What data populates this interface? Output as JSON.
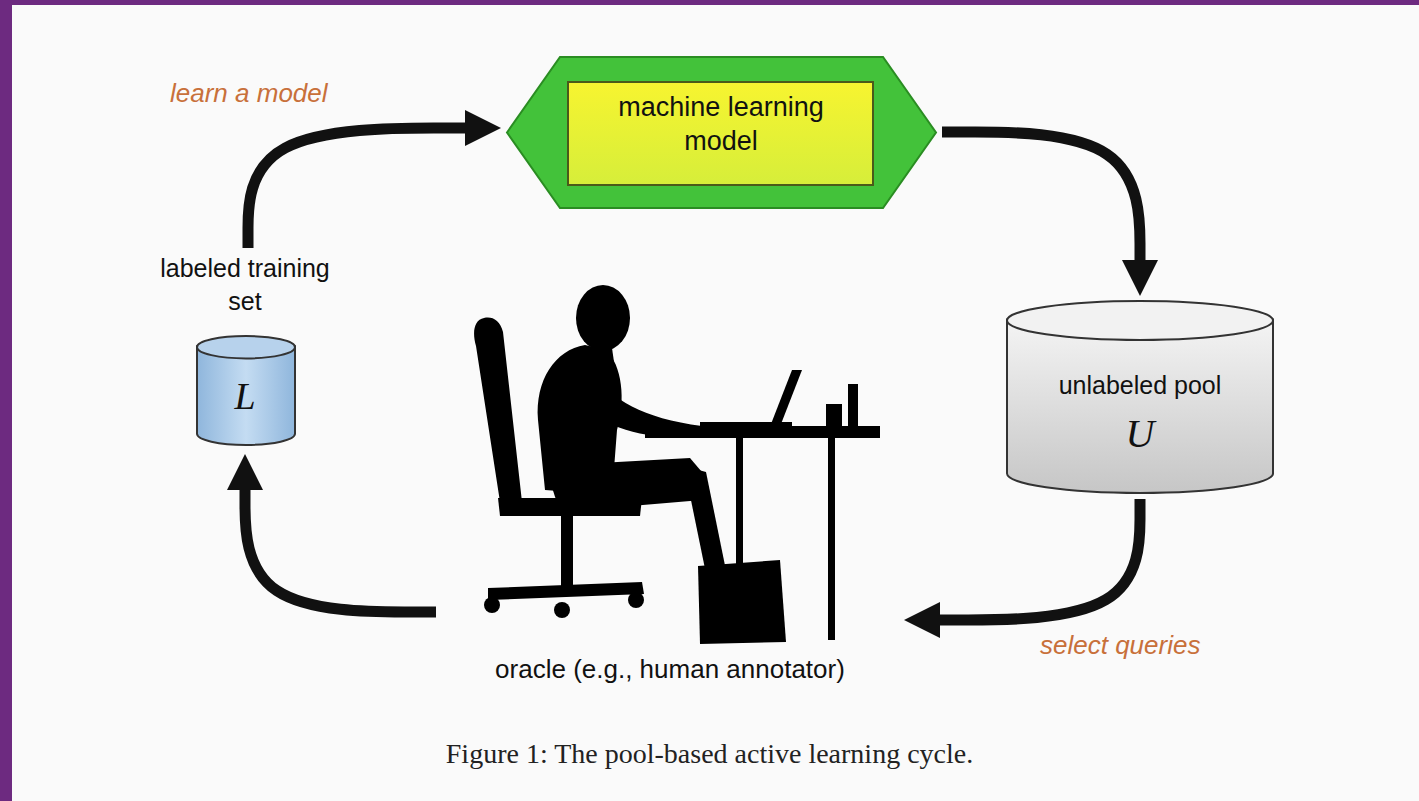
{
  "diagram": {
    "caption": "Figure 1: The pool-based active learning cycle.",
    "nodes": [
      {
        "text": [
          "machine learning model"
        ]
      },
      {
        "text": [
          "labeled training set",
          "L"
        ]
      },
      {
        "text": [
          "unlabeled pool",
          "U"
        ]
      },
      {
        "text": [
          "oracle (e.g., human annotator)"
        ]
      }
    ],
    "edges": [
      {
        "from": 1,
        "to": 0,
        "arrow": "to",
        "label": "learn a model"
      },
      {
        "from": 0,
        "to": 2,
        "arrow": "to"
      },
      {
        "from": 2,
        "to": 3,
        "arrow": "to",
        "label": "select queries"
      },
      {
        "from": 3,
        "to": 1,
        "arrow": "to"
      }
    ]
  }
}
